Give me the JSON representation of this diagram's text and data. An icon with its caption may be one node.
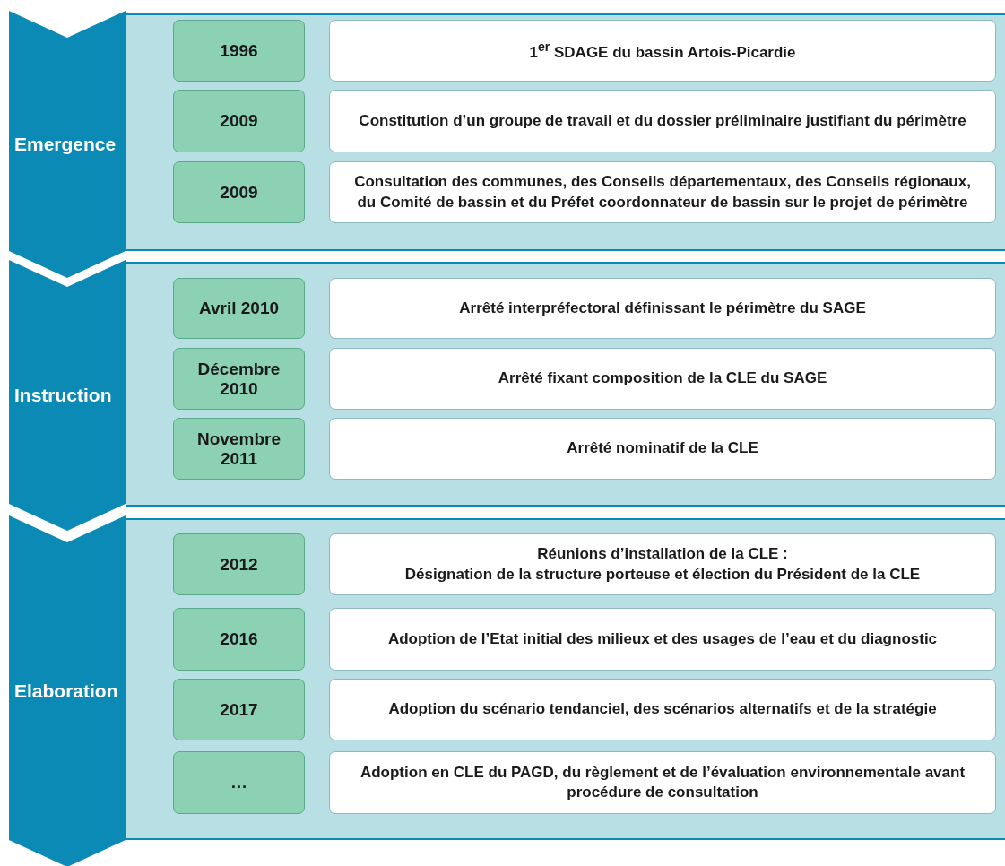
{
  "diagram": {
    "nodes": [
      {
        "text": [
          "Emergence"
        ]
      },
      {
        "text": [
          "1996"
        ]
      },
      {
        "text": [
          "1$^{er}$ SDAGE du bassin Artois-Picardie"
        ]
      },
      {
        "text": [
          "2009"
        ]
      },
      {
        "text": [
          "Constitution d’un groupe de travail et du dossier préliminaire justifiant du périmètre"
        ]
      },
      {
        "text": [
          "2009"
        ]
      },
      {
        "text": [
          "Consultation des communes, des Conseils départementaux, des Conseils régionaux, du Comité de bassin et du Préfet coordonnateur de bassin sur le projet de périmètre"
        ]
      },
      {
        "text": [
          "Instruction"
        ]
      },
      {
        "text": [
          "Avril 2010"
        ]
      },
      {
        "text": [
          "Arrêté interpréfectoral définissant le périmètre du SAGE"
        ]
      },
      {
        "text": [
          "Décembre 2010"
        ]
      },
      {
        "text": [
          "Arrêté fixant composition de la CLE du SAGE"
        ]
      },
      {
        "text": [
          "Novembre 2011"
        ]
      },
      {
        "text": [
          "Arrêté nominatif de la CLE"
        ]
      },
      {
        "text": [
          "Elaboration"
        ]
      },
      {
        "text": [
          "2012"
        ]
      },
      {
        "text": [
          "Réunions d’installation de la CLE :",
          "Désignation de la structure porteuse et élection du Président de la CLE"
        ]
      },
      {
        "text": [
          "2016"
        ]
      },
      {
        "text": [
          "Adoption de l’Etat initial des milieux et des usages de l’eau et du diagnostic"
        ]
      },
      {
        "text": [
          "2017"
        ]
      },
      {
        "text": [
          "Adoption du scénario tendanciel, des scénarios alternatifs et de la stratégie"
        ]
      },
      {
        "text": [
          "…"
        ]
      },
      {
        "text": [
          "Adoption en CLE du PAGD, du règlement et de l’évaluation environnementale avant procédure de consultation"
        ]
      }
    ]
  }
}
